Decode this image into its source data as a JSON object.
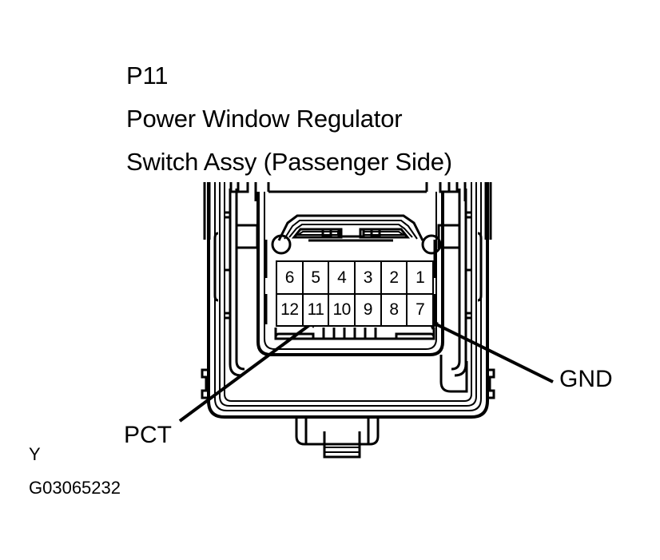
{
  "diagram": {
    "title_lines": [
      "P11",
      "Power Window Regulator",
      "Switch Assy (Passenger Side)"
    ],
    "connector": {
      "name": "12-pin connector face view",
      "pin_rows": [
        [
          "6",
          "5",
          "4",
          "3",
          "2",
          "1"
        ],
        [
          "12",
          "11",
          "10",
          "9",
          "8",
          "7"
        ]
      ]
    },
    "callouts": [
      {
        "label": "PCT",
        "pin": "11"
      },
      {
        "label": "GND",
        "pin": "7"
      }
    ],
    "footer": {
      "wire_color_code": "Y",
      "figure_id": "G03065232"
    },
    "colors": {
      "ink": "#000000",
      "background": "#ffffff"
    }
  }
}
